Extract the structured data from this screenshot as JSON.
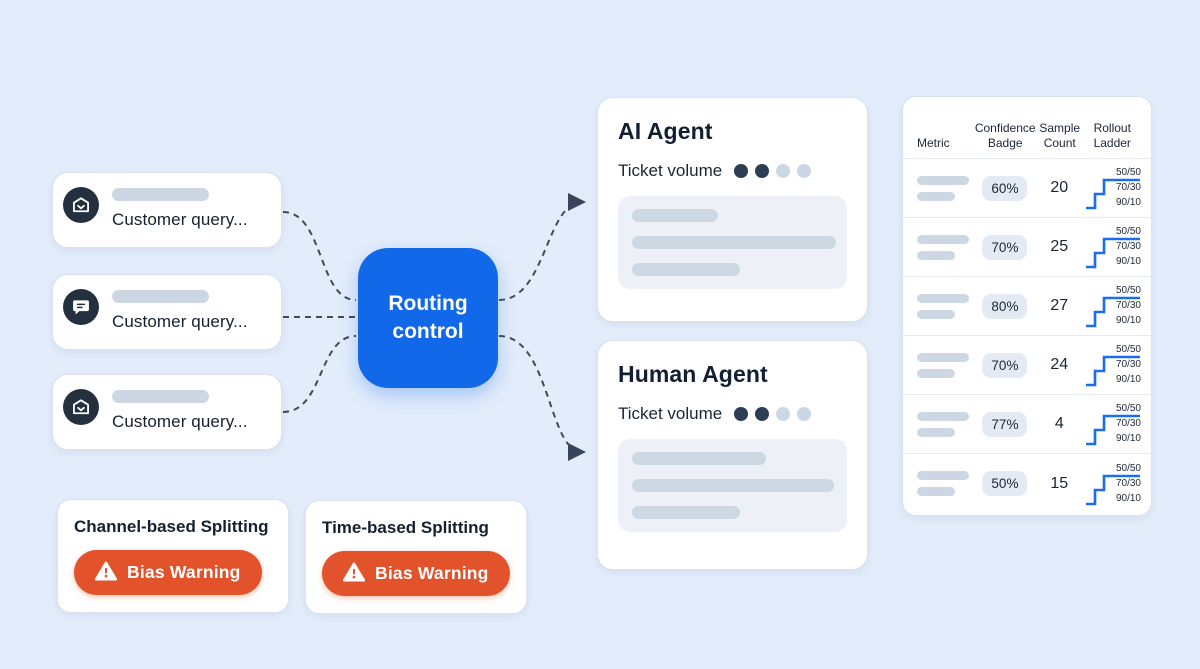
{
  "query_cards": [
    {
      "icon": "home-icon",
      "label": "Customer query..."
    },
    {
      "icon": "chat-icon",
      "label": "Customer query..."
    },
    {
      "icon": "home-icon",
      "label": "Customer query..."
    }
  ],
  "router": {
    "label": "Routing control"
  },
  "agents": [
    {
      "title": "AI Agent",
      "metric_label": "Ticket volume",
      "dots": [
        true,
        true,
        false,
        false
      ]
    },
    {
      "title": "Human Agent",
      "metric_label": "Ticket volume",
      "dots": [
        true,
        true,
        false,
        false
      ]
    }
  ],
  "table": {
    "headers": {
      "metric": "Metric",
      "confidence": "Confidence Badge",
      "sample": "Sample Count",
      "rollout": "Rollout Ladder"
    },
    "ladder_labels": [
      "50/50",
      "70/30",
      "90/10"
    ],
    "rows": [
      {
        "confidence": "60%",
        "sample_count": "20"
      },
      {
        "confidence": "70%",
        "sample_count": "25"
      },
      {
        "confidence": "80%",
        "sample_count": "27"
      },
      {
        "confidence": "70%",
        "sample_count": "24"
      },
      {
        "confidence": "77%",
        "sample_count": "4"
      },
      {
        "confidence": "50%",
        "sample_count": "15"
      }
    ]
  },
  "splitting_cards": [
    {
      "title": "Channel-based Splitting",
      "warning_label": "Bias Warning"
    },
    {
      "title": "Time-based Splitting",
      "warning_label": "Bias Warning"
    }
  ],
  "colors": {
    "background": "#e2ecfa",
    "router_blue": "#1168e8",
    "warning_orange": "#e2532b",
    "ladder_blue": "#1a6cf0",
    "navy_icon": "#25303f",
    "connector": "#3d4b5c"
  }
}
